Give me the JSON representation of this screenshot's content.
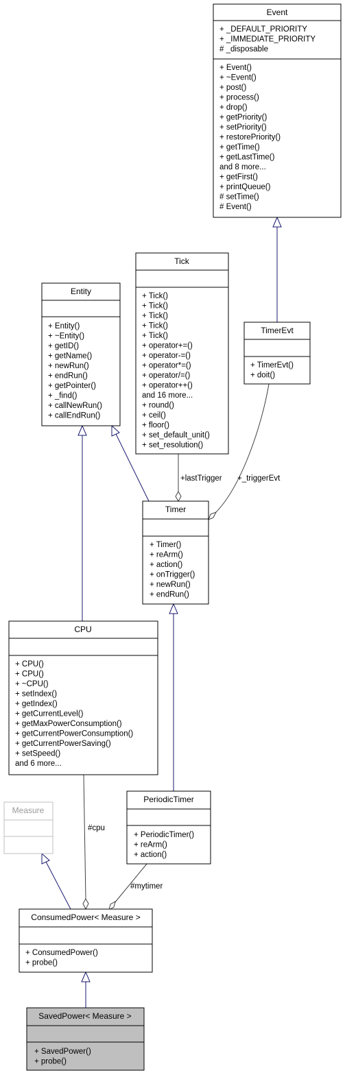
{
  "classes": {
    "event": {
      "name": "Event",
      "attributes": [
        "+ _DEFAULT_PRIORITY",
        "+ _IMMEDIATE_PRIORITY",
        "# _disposable"
      ],
      "operations": [
        "+ Event()",
        "+ ~Event()",
        "+ post()",
        "+ process()",
        "+ drop()",
        "+ getPriority()",
        "+ setPriority()",
        "+ restorePriority()",
        "+ getTime()",
        "+ getLastTime()",
        "and 8 more...",
        "+ getFirst()",
        "+ printQueue()",
        "# setTime()",
        "# Event()"
      ]
    },
    "tick": {
      "name": "Tick",
      "attributes": [],
      "operations": [
        "+ Tick()",
        "+ Tick()",
        "+ Tick()",
        "+ Tick()",
        "+ Tick()",
        "+ operator+=()",
        "+ operator-=()",
        "+ operator*=()",
        "+ operator/=()",
        "+ operator++()",
        "and 16 more...",
        "+ round()",
        "+ ceil()",
        "+ floor()",
        "+ set_default_unit()",
        "+ set_resolution()"
      ]
    },
    "entity": {
      "name": "Entity",
      "attributes": [],
      "operations": [
        "+ Entity()",
        "+ ~Entity()",
        "+ getID()",
        "+ getName()",
        "+ newRun()",
        "+ endRun()",
        "+ getPointer()",
        "+ _find()",
        "+ callNewRun()",
        "+ callEndRun()"
      ]
    },
    "timerevt": {
      "name": "TimerEvt",
      "attributes": [],
      "operations": [
        "+ TimerEvt()",
        "+ doit()"
      ]
    },
    "timer": {
      "name": "Timer",
      "attributes": [],
      "operations": [
        "+ Timer()",
        "+ reArm()",
        "+ action()",
        "+ onTrigger()",
        "+ newRun()",
        "+ endRun()"
      ]
    },
    "cpu": {
      "name": "CPU",
      "attributes": [],
      "operations": [
        "+ CPU()",
        "+ CPU()",
        "+ ~CPU()",
        "+ setIndex()",
        "+ getIndex()",
        "+ getCurrentLevel()",
        "+ getMaxPowerConsumption()",
        "+ getCurrentPowerConsumption()",
        "+ getCurrentPowerSaving()",
        "+ setSpeed()",
        "and 6 more..."
      ]
    },
    "measure": {
      "name": "Measure",
      "attributes": [],
      "operations": []
    },
    "periodictimer": {
      "name": "PeriodicTimer",
      "attributes": [],
      "operations": [
        "+ PeriodicTimer()",
        "+ reArm()",
        "+ action()"
      ]
    },
    "consumedpower": {
      "name": "ConsumedPower< Measure >",
      "attributes": [],
      "operations": [
        "+ ConsumedPower()",
        "+ probe()"
      ]
    },
    "savedpower": {
      "name": "SavedPower< Measure >",
      "attributes": [],
      "operations": [
        "+ SavedPower()",
        "+ probe()"
      ]
    }
  },
  "edge_labels": {
    "last_trigger": "+lastTrigger",
    "trigger_evt": "+_triggerEvt",
    "cpu": "#cpu",
    "mytimer": "#mytimer"
  },
  "colors": {
    "inheritance_edge": "#191970",
    "association_edge": "#404040",
    "highlight_fill": "#bfbfbf",
    "ghost_border": "#bfbfbf"
  }
}
